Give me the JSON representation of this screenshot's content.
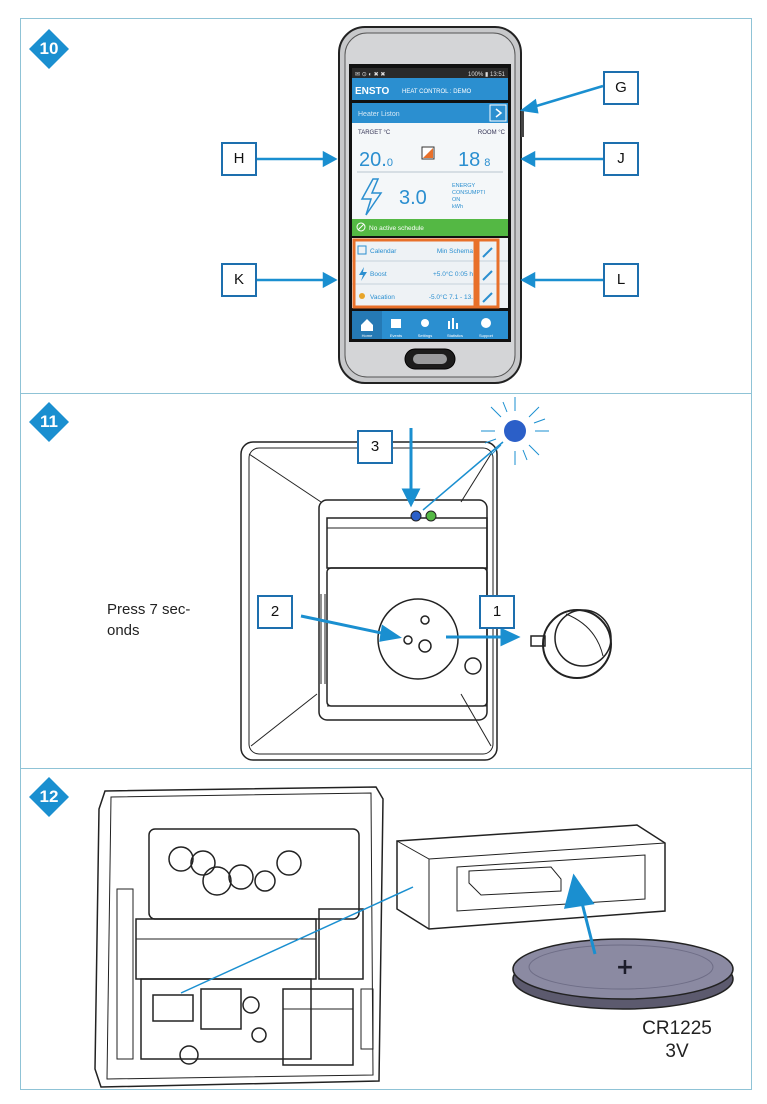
{
  "steps": [
    {
      "number": "10"
    },
    {
      "number": "11"
    },
    {
      "number": "12"
    }
  ],
  "step10": {
    "labels": {
      "g": "G",
      "h": "H",
      "j": "J",
      "k": "K",
      "l": "L"
    },
    "app": {
      "status_left": "✉ ⊙ ◐ ✖ ✖",
      "status_right": "100% ▮ 13:51",
      "brand": "ENSTO",
      "header_title": "HEAT CONTROL : DEMO",
      "device_name": "Heater Liston",
      "target_label": "TARGET °C",
      "room_label": "ROOM °C",
      "target_value": "20.",
      "target_decimal": "0",
      "room_value": "18",
      "room_decimal": "8",
      "energy_value": "3.0",
      "energy_label": [
        "ENERGY",
        "CONSUMPTI",
        "ON",
        "kWh"
      ],
      "schedule_status": "No active schedule",
      "rows": [
        {
          "name": "Calendar",
          "value": "Min Schema"
        },
        {
          "name": "Boost",
          "value": "+5.0°C 0:05 h"
        },
        {
          "name": "Vacation",
          "value": "-5.0°C 7.1 - 13."
        }
      ],
      "nav": [
        "Home",
        "Events",
        "Settings",
        "Statistics",
        "Support"
      ]
    },
    "colors": {
      "app_blue": "#2b8fd0",
      "green": "#54b844",
      "orange": "#e8702a",
      "badge": "#1a8fd0"
    }
  },
  "step11": {
    "labels": {
      "one": "1",
      "two": "2",
      "three": "3"
    },
    "instruction": [
      "Press 7 sec-",
      "onds"
    ]
  },
  "step12": {
    "battery_text": [
      "CR1225",
      "3V"
    ],
    "battery_symbol": "+"
  }
}
